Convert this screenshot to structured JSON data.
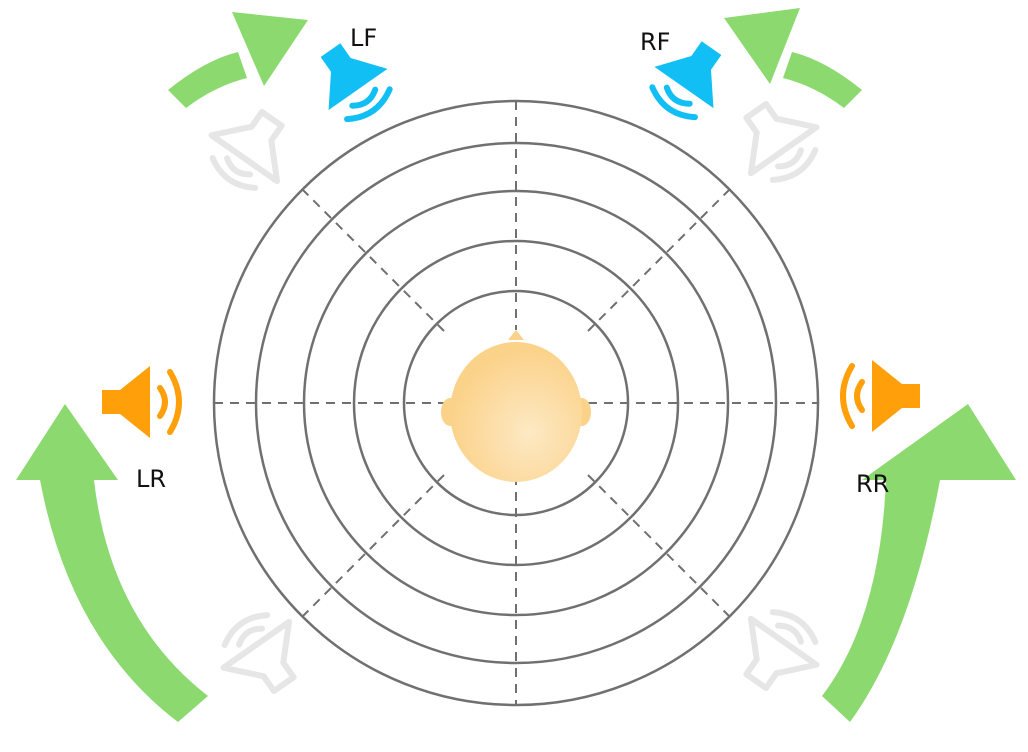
{
  "labels": {
    "left_front": "LF",
    "right_front": "RF",
    "left_rear": "LR",
    "right_rear": "RR"
  },
  "colors": {
    "front_speaker": "#11bff5",
    "rear_speaker": "#ff9f0a",
    "ghost_speaker": "#e6e6e6",
    "arrow": "#8bd96f",
    "grid_line": "#707070",
    "head": "#fdd894",
    "hair": "#5a3a20"
  },
  "icons": {
    "front_speaker": "speaker-icon",
    "rear_speaker": "speaker-icon",
    "ghost_speaker": "speaker-outline-icon",
    "arrow": "curved-arrow-icon",
    "listener": "head-icon"
  },
  "grid": {
    "rings": 5,
    "spokes": 8
  }
}
